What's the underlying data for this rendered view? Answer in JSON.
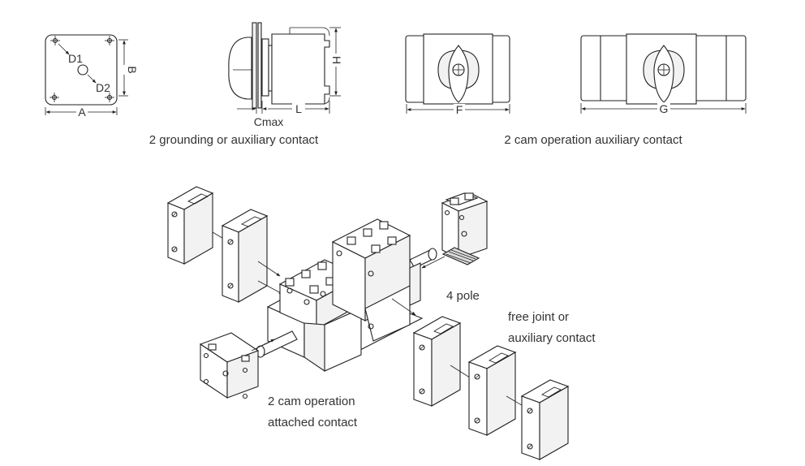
{
  "captions": {
    "grounding": "2 grounding or auxiliary contact",
    "cam_aux": "2 cam operation auxiliary contact",
    "four_pole": "4 pole",
    "free_joint_1": "free joint or",
    "free_joint_2": "auxiliary contact",
    "cam_attached_1": "2 cam operation",
    "cam_attached_2": "attached contact"
  },
  "dimensions": {
    "a": "A",
    "b": "B",
    "d1": "D1",
    "d2": "D2",
    "cmax": "Cmax",
    "l": "L",
    "h": "H",
    "f": "F",
    "g": "G"
  }
}
